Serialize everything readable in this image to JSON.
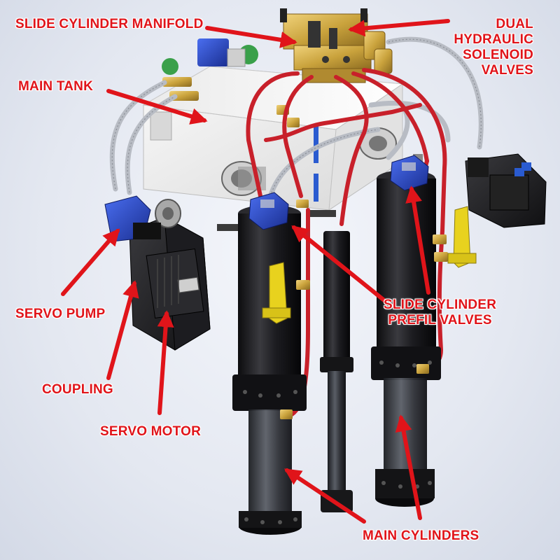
{
  "labels": {
    "slide_cylinder_manifold": "SLIDE CYLINDER MANIFOLD",
    "dual_valves_line1": "DUAL",
    "dual_valves_line2": "HYDRAULIC",
    "dual_valves_line3": "SOLENOID",
    "dual_valves_line4": "VALVES",
    "main_tank": "MAIN TANK",
    "servo_pump": "SERVO PUMP",
    "coupling": "COUPLING",
    "servo_motor": "SERVO MOTOR",
    "prefill_line1": "SLIDE CYLINDER",
    "prefill_line2": "PREFIL VALVES",
    "main_cylinders": "MAIN CYLINDERS"
  },
  "colors": {
    "label_red": "#e0141a",
    "arrow_red": "#e0141a",
    "pipe_red": "#c8202a",
    "cylinder_black": "#1a1a1c",
    "valve_blue": "#2446c8",
    "brass": "#c9a23c",
    "bracket_yellow": "#e8d21e",
    "tank_white": "#eeeeee",
    "hose_silver": "#b8bcc4"
  },
  "icons": {
    "arrow": "arrow-icon"
  }
}
